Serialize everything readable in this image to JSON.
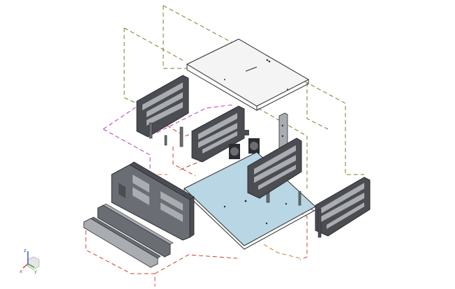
{
  "viewport": {
    "background": "#ffffff"
  },
  "colors": {
    "guide_olive": "#7f7a2a",
    "guide_magenta": "#b23bb8",
    "guide_red": "#c8402c",
    "guide_orange": "#d07a2a",
    "panel_dark": "#4b4d52",
    "panel_mid": "#6a6d73",
    "panel_light": "#a9acb1",
    "sheet_plate": "#b9d6e4",
    "top_cover": "#f4f4f4",
    "outline": "#2c2d30"
  },
  "triad": {
    "x_label": "x",
    "y_label": "y",
    "z_label": "z",
    "x_color": "#d23a2a",
    "y_color": "#3a9a3a",
    "z_color": "#2a4ad2"
  },
  "parts": [
    {
      "name": "top-cover",
      "icon": "sheet-metal-cover"
    },
    {
      "name": "base-plate",
      "icon": "sheet-metal-base"
    },
    {
      "name": "rear-frame-left",
      "icon": "frame-panel"
    },
    {
      "name": "rear-frame-mid",
      "icon": "frame-panel"
    },
    {
      "name": "side-frame-right",
      "icon": "frame-panel"
    },
    {
      "name": "front-frame-right",
      "icon": "frame-panel"
    },
    {
      "name": "left-side-panel",
      "icon": "side-panel"
    },
    {
      "name": "rail-front",
      "icon": "rail"
    },
    {
      "name": "rail-back",
      "icon": "rail"
    },
    {
      "name": "post",
      "icon": "post"
    },
    {
      "name": "fan-module",
      "icon": "fan"
    }
  ]
}
